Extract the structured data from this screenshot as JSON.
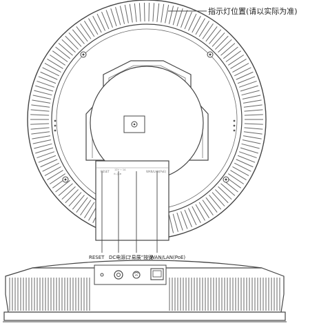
{
  "callout": {
    "indicator_position": "指示灯位置(请以实际为准)"
  },
  "ports": {
    "reset": "RESET",
    "dc": "DC电源口",
    "pair": "“易展”按键",
    "wan": "WAN/LAN(PoE)"
  },
  "plate_labels": {
    "reset": "RESET",
    "dc_rating": "12V ⎓ 1A",
    "dc_polarity": "⊖-◎-⊕",
    "wan": "WAN/LAN(PoE)"
  },
  "colors": {
    "line": "#444444",
    "fin": "#666666",
    "fill": "#ffffff"
  }
}
